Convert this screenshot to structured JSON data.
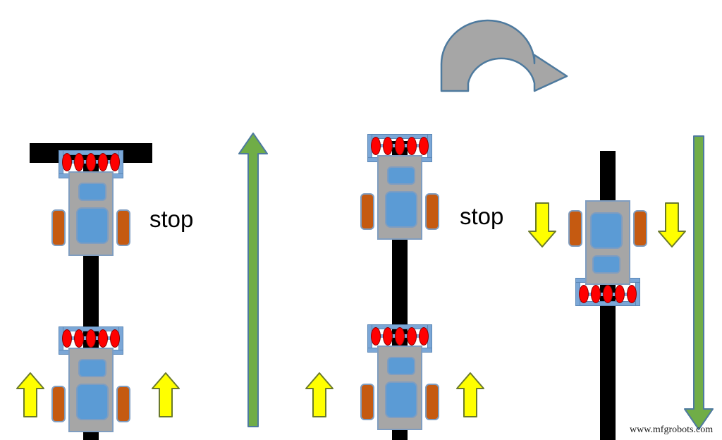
{
  "diagram": {
    "title": "Line following robot stop and 180 degree turn sequence",
    "watermark": "www.mfgrobots.com",
    "colors": {
      "track_black": "#000000",
      "chassis_gray": "#a6a6a6",
      "module_blue": "#5b9bd5",
      "bracket_blue": "#7ba7d7",
      "sensor_red": "#ff0000",
      "wheel_orange": "#c55a11",
      "arrow_yellow": "#ffff00",
      "arrow_green": "#70ad47",
      "arrow_gray": "#a6a6a6",
      "outline_blue": "#7f9dc0",
      "background": "#ffffff"
    },
    "labels": {
      "stop_left": "stop",
      "stop_middle": "stop"
    },
    "stages": [
      {
        "name": "stage-1-approach",
        "description": "Robot approaches a black horizontal stop bar crossing the line",
        "robots": 2,
        "direction": "up"
      },
      {
        "name": "stage-2-stopped",
        "description": "Robot stopped at the end of the black line",
        "robots": 2,
        "direction": "up"
      },
      {
        "name": "stage-3-turned",
        "description": "Robot rotated 180 degrees and travelling back down the line",
        "robots": 1,
        "direction": "down"
      }
    ],
    "arrows": {
      "green_left": {
        "name": "forward-direction-arrow",
        "direction": "up",
        "color": "#70ad47"
      },
      "green_right": {
        "name": "reverse-direction-arrow",
        "direction": "down",
        "color": "#70ad47"
      },
      "gray_uturn": {
        "name": "u-turn-rotation-arrow",
        "direction": "clockwise-180",
        "color": "#a6a6a6"
      },
      "yellow": [
        {
          "name": "motion-arrow-left-lower",
          "direction": "up"
        },
        {
          "name": "motion-arrow-right-lower",
          "direction": "up"
        },
        {
          "name": "motion-arrow-mid-left-lower",
          "direction": "up"
        },
        {
          "name": "motion-arrow-mid-right-lower",
          "direction": "up"
        },
        {
          "name": "motion-arrow-right-robot-left",
          "direction": "down"
        },
        {
          "name": "motion-arrow-right-robot-right",
          "direction": "down"
        }
      ]
    },
    "sensor_count": 5
  }
}
